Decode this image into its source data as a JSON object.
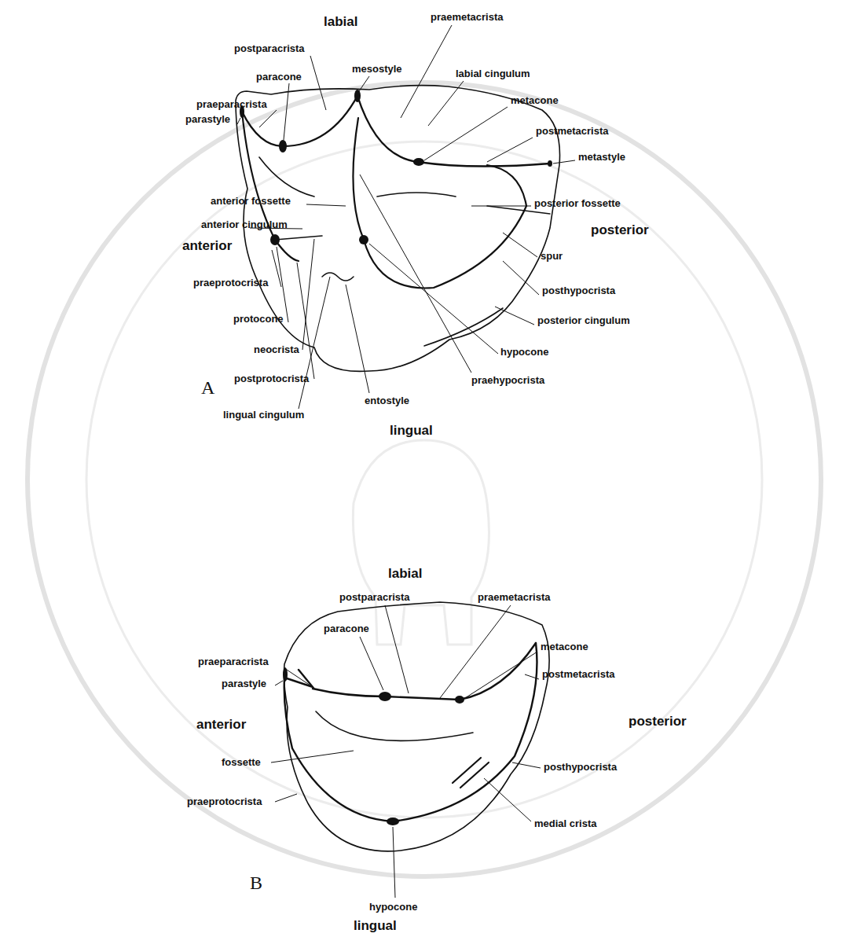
{
  "diagram": {
    "labels": [
      "labial",
      "postparacrista",
      "praemetacrista",
      "paracone",
      "mesostyle",
      "labial cingulum",
      "praeparacrista",
      "metacone",
      "parastyle",
      "postmetacrista",
      "metastyle",
      "anterior fossette",
      "posterior fossette",
      "anterior cingulum",
      "posterior",
      "anterior",
      "spur",
      "praeprotocrista",
      "posthypocrista",
      "protocone",
      "posterior cingulum",
      "neocrista",
      "hypocone",
      "postprotocrista",
      "praehypocrista",
      "lingual cingulum",
      "entostyle",
      "lingual",
      "A",
      "labial",
      "postparacrista",
      "praemetacrista",
      "paracone",
      "metacone",
      "praeparacrista",
      "postmetacrista",
      "parastyle",
      "anterior",
      "posterior",
      "fossette",
      "posthypocrista",
      "praeprotocrista",
      "medial crista",
      "B",
      "hypocone",
      "lingual"
    ]
  }
}
